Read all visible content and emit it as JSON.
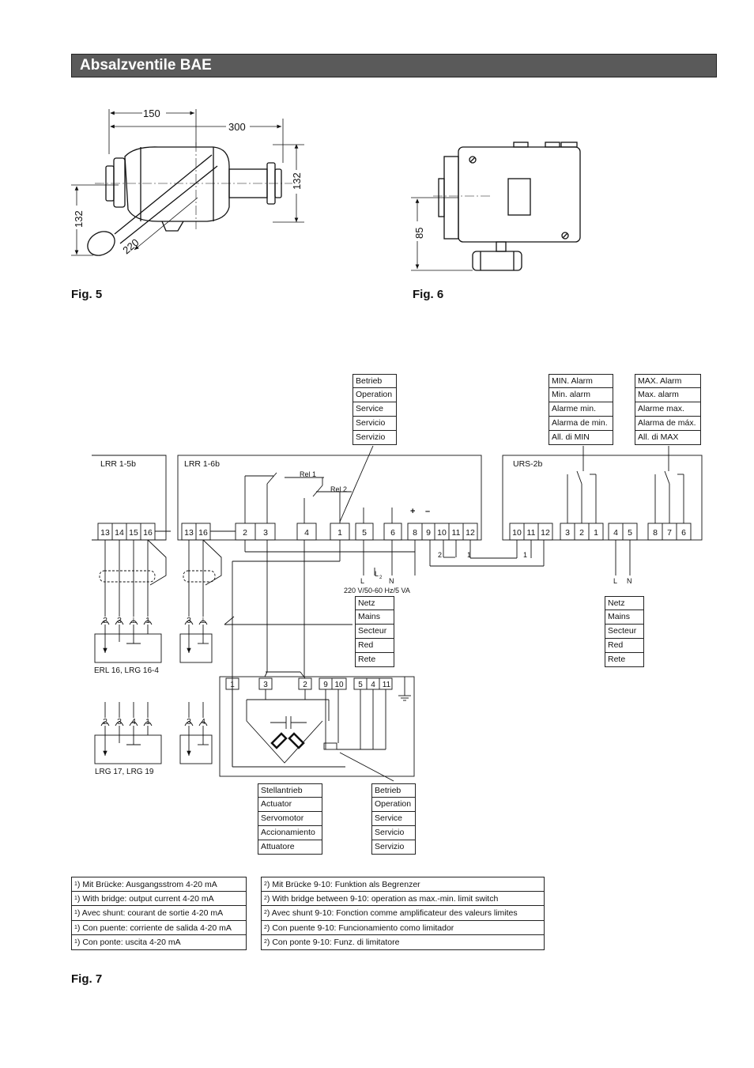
{
  "header": {
    "title": "Absalzventile BAE"
  },
  "figures": {
    "fig5": "Fig. 5",
    "fig6": "Fig. 6",
    "fig7": "Fig. 7"
  },
  "fig5_dims": {
    "d150": "150",
    "d300": "300",
    "d132a": "132",
    "d132b": "132",
    "d220": "220"
  },
  "fig6_dims": {
    "d85": "85"
  },
  "device_labels": {
    "lrr15b": "LRR 1-5b",
    "lrr16b": "LRR 1-6b",
    "urs2b": "URS-2b",
    "rel1": "Rel 1",
    "rel2": "Rel 2",
    "erl": "ERL 16, LRG 16-4",
    "lrg": "LRG 17, LRG 19",
    "power": "220 V/50-60 Hz/5 VA",
    "l": "L",
    "l2": "L",
    "l2sub": "2",
    "n": "N",
    "l_urs": "L",
    "n_urs": "N",
    "plus": "+",
    "minus": "–"
  },
  "terminals": {
    "lrr15b": [
      "13",
      "14",
      "15",
      "16"
    ],
    "lrr16b_a": [
      "13",
      "16"
    ],
    "lrr16b_b": [
      "2",
      "3",
      "4",
      "1",
      "5",
      "6",
      "8",
      "9",
      "10",
      "11",
      "12"
    ],
    "urs_a": [
      "10",
      "11",
      "12"
    ],
    "urs_b": [
      "3",
      "2",
      "1"
    ],
    "urs_c": [
      "4",
      "5"
    ],
    "urs_d": [
      "8",
      "7",
      "6"
    ],
    "actuator": [
      "1",
      "3",
      "2",
      "9",
      "10",
      "5",
      "4",
      "11"
    ],
    "probe1": [
      "2",
      "3",
      "⊥",
      "1"
    ],
    "probe2": [
      "3",
      "⊥"
    ],
    "probe3": [
      "2",
      "3",
      "4",
      "1"
    ],
    "probe4": [
      "3",
      "4"
    ]
  },
  "label_boxes": {
    "betrieb_top": [
      "Betrieb",
      "Operation",
      "Service",
      "Servicio",
      "Servizio"
    ],
    "min_alarm": [
      "MIN. Alarm",
      "Min. alarm",
      "Alarme min.",
      "Alarma de min.",
      "All. di MIN"
    ],
    "max_alarm": [
      "MAX. Alarm",
      "Max. alarm",
      "Alarme max.",
      "Alarma de máx.",
      "All. di MAX"
    ],
    "netz_left": [
      "Netz",
      "Mains",
      "Secteur",
      "Red",
      "Rete"
    ],
    "netz_right": [
      "Netz",
      "Mains",
      "Secteur",
      "Red",
      "Rete"
    ],
    "stellantrieb": [
      "Stellantrieb",
      "Actuator",
      "Servomotor",
      "Accionamiento",
      "Attuatore"
    ],
    "betrieb_bottom": [
      "Betrieb",
      "Operation",
      "Service",
      "Servicio",
      "Servizio"
    ]
  },
  "notes": {
    "sup1": "1",
    "sup2": "2",
    "left": [
      "Mit Brücke: Ausgangsstrom 4-20 mA",
      "With bridge: output current 4-20 mA",
      "Avec shunt: courant de sortie 4-20 mA",
      "Con puente: corriente de salida 4-20 mA",
      "Con ponte: uscita 4-20 mA"
    ],
    "right": [
      "Mit Brücke 9-10: Funktion als Begrenzer",
      "With bridge between 9-10: operation as max.-min. limit switch",
      "Avec shunt 9-10: Fonction comme amplificateur des valeurs limites",
      "Con puente 9-10: Funcionamiento como limitador",
      "Con ponte 9-10: Funz. di limitatore"
    ]
  }
}
